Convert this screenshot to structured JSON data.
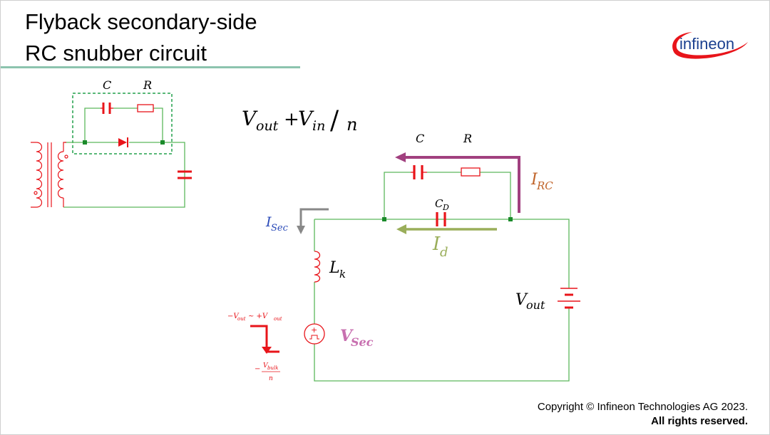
{
  "title": {
    "line1": "Flyback secondary-side",
    "line2": "RC snubber circuit"
  },
  "logo": {
    "text": "infineon"
  },
  "small_schematic": {
    "capacitor_label": "C",
    "resistor_label": "R"
  },
  "formula": {
    "main": "V",
    "sub1": "out",
    "plus": "+",
    "v2": "V",
    "sub2": "in",
    "slash": "/",
    "n": "n"
  },
  "circuit": {
    "capacitor_label": "C",
    "resistor_label": "R",
    "diode_cap_label": "C",
    "diode_cap_sub": "D",
    "current_rc": "I",
    "current_rc_sub": "RC",
    "current_d": "I",
    "current_d_sub": "d",
    "current_sec": "I",
    "current_sec_sub": "Sec",
    "inductor_label": "L",
    "inductor_sub": "k",
    "vout_label": "V",
    "vout_sub": "out",
    "vsec_label": "V",
    "vsec_sub": "Sec",
    "waveform_top": {
      "a": "−V",
      "a_sub": "out",
      "tilde": " ~ +V",
      "b_sub": "out"
    },
    "waveform_bottom": {
      "minus": "−",
      "num": "V",
      "num_sub": "bulk",
      "den": "n"
    },
    "source_symbol": "+"
  },
  "copyright": {
    "line1": "Copyright © Infineon Technologies AG 2023.",
    "line2": "All rights reserved."
  },
  "colors": {
    "wire": "#5cb85c",
    "component_red": "#e8141a",
    "rc_arrow": "#a1407f",
    "rc_label": "#c0642a",
    "d_arrow": "#9aae5a",
    "sec_arrow": "#888888",
    "sec_label": "#2a4ab8",
    "vsec_label": "#c870b0",
    "logo_blue": "#1a3f8f",
    "logo_red": "#e8141a",
    "title_rule": "#8cc4ae",
    "dashed_box": "#22a04b"
  }
}
